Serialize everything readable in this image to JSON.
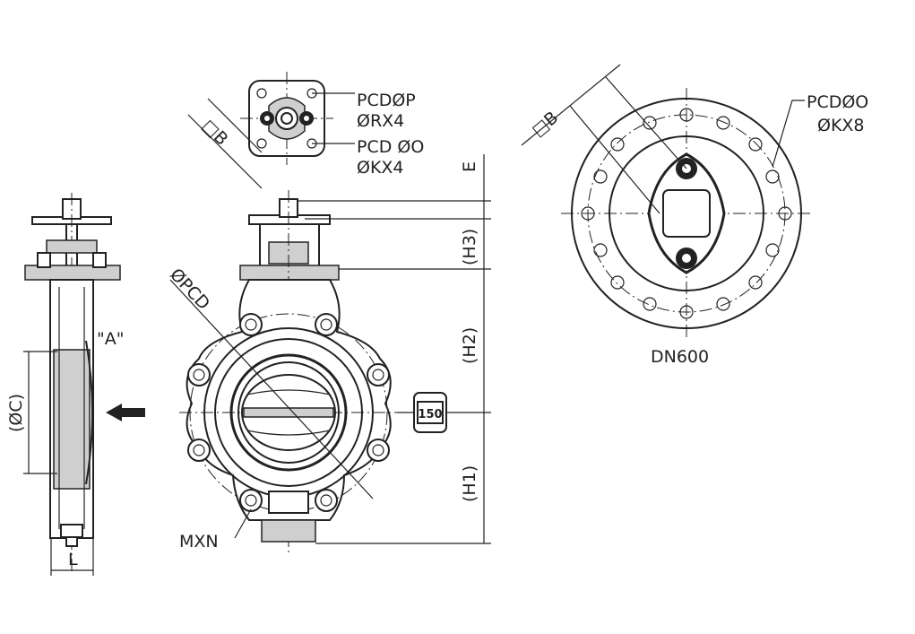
{
  "labels": {
    "pcd_p": "PCDØP",
    "rx4": "ØRX4",
    "pcd_o_top": "PCD ØO",
    "kx4": "ØKX4",
    "square_b_top": "□B",
    "e_dim": "E",
    "h3_dim": "(H3)",
    "h2_dim": "(H2)",
    "h1_dim": "(H1)",
    "c_dim": "(ØC)",
    "detail_a": "\"A\"",
    "l_dim": "L",
    "pcd_diag": "ØPCD",
    "mxn": "MXN",
    "class_tag": "150",
    "square_b_right": "□B",
    "pcd_o_right": "PCDØO",
    "kx8": "ØKX8",
    "dn600": "DN600"
  }
}
